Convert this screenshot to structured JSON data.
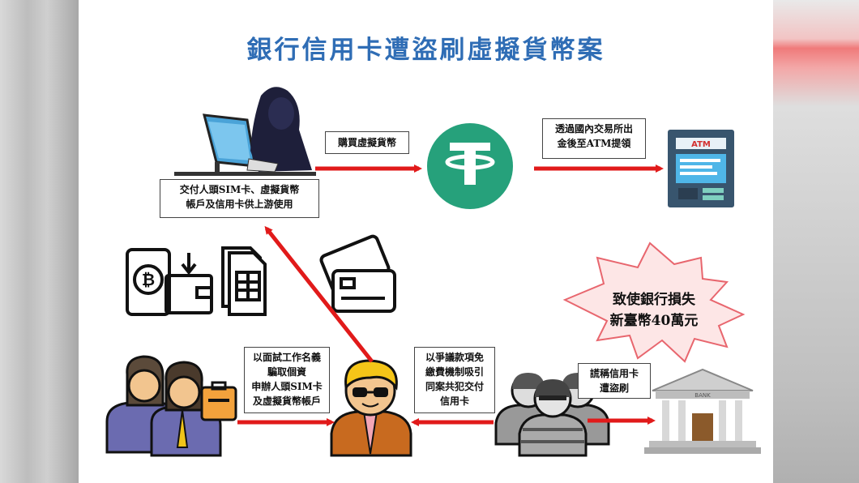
{
  "title": "銀行信用卡遭盜刷虛擬貨幣案",
  "labels": {
    "buy_crypto": "購買虛擬貨幣",
    "withdraw": [
      "透過國內交易所出",
      "金後至ATM提領"
    ],
    "deliver": [
      "交付人頭SIM卡、虛擬貨幣",
      "帳戶及信用卡供上游使用"
    ],
    "interview": [
      "以面試工作名義",
      "騙取個資",
      "申辦人頭SIM卡",
      "及虛擬貨幣帳戶"
    ],
    "dispute": [
      "以爭議款項免",
      "繳費機制吸引",
      "同案共犯交付",
      "信用卡"
    ],
    "report": [
      "謊稱信用卡",
      "遭盜刷"
    ],
    "loss": [
      "致使銀行損失",
      "新臺幣40萬元"
    ]
  },
  "icon_text": {
    "atm": "ATM",
    "bank": "BANK"
  },
  "colors": {
    "title": "#2f6db5",
    "arrow": "#e11a1a",
    "tether": "#26a17b",
    "burst_fill": "#fde6e6",
    "burst_stroke": "#e8666e",
    "atm": "#38556e",
    "person": "#5a5aa0"
  }
}
